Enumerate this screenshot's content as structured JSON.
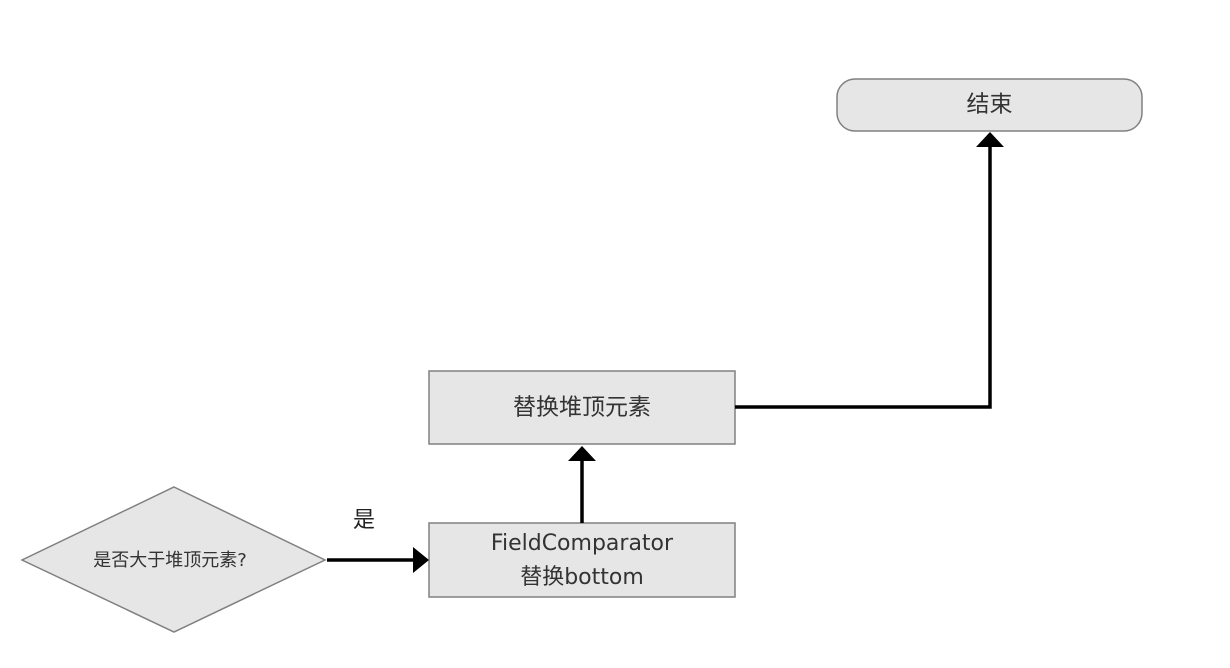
{
  "nodes": {
    "end": {
      "label": "结束"
    },
    "replace_heap_top": {
      "label": "替换堆顶元素"
    },
    "field_comparator": {
      "line1": "FieldComparator",
      "line2": "替换bottom"
    },
    "decision": {
      "label": "是否大于堆顶元素?"
    }
  },
  "edges": {
    "decision_to_comparator": {
      "label": "是"
    }
  },
  "colors": {
    "node_fill": "#e6e6e6",
    "node_stroke": "#808080",
    "edge": "#000000",
    "text": "#333333"
  }
}
